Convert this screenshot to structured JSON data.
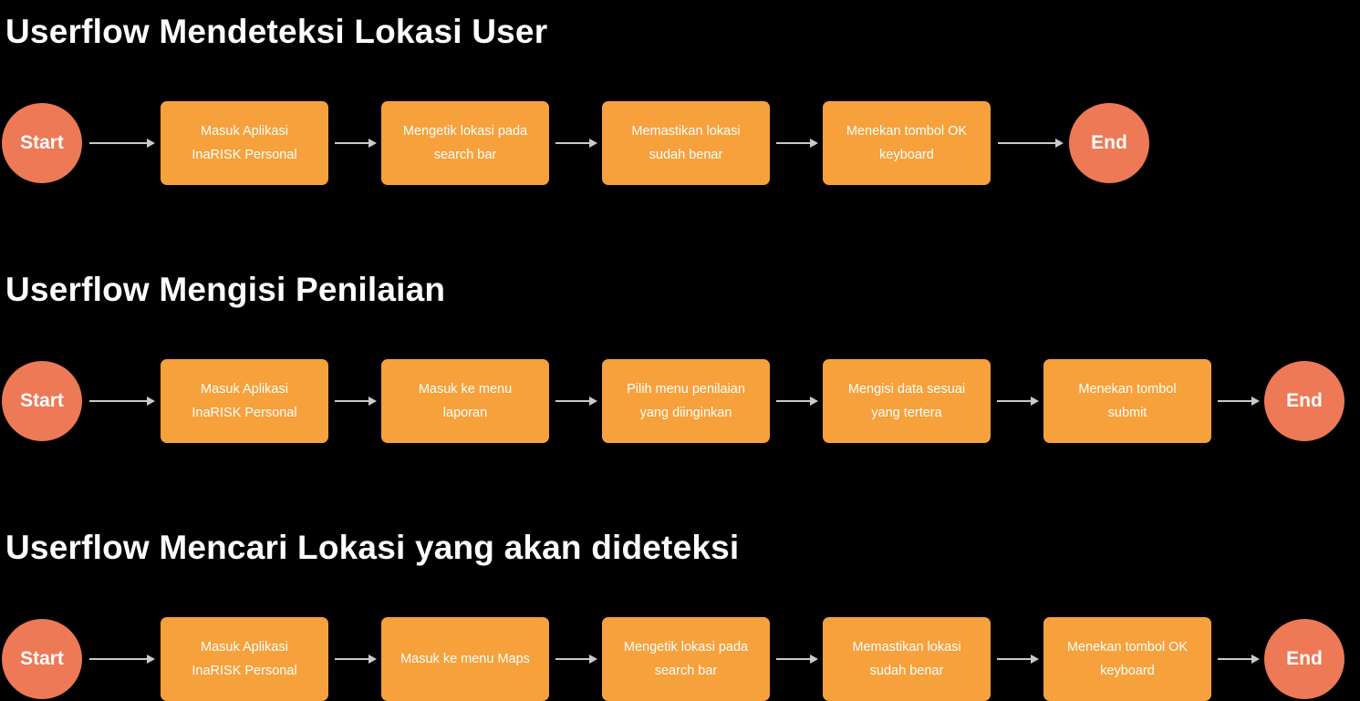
{
  "colors": {
    "background": "#000000",
    "box": "#F6A13C",
    "terminal": "#ED7956",
    "arrow": "#C7CBD1",
    "text": "#FFFFFF",
    "title": "#FDFDFD"
  },
  "flows": [
    {
      "title": "Userflow Mendeteksi Lokasi User",
      "start_label": "Start",
      "end_label": "End",
      "steps": [
        "Masuk Aplikasi\nInaRISK Personal",
        "Mengetik lokasi pada\nsearch bar",
        "Memastikan lokasi\nsudah benar",
        "Menekan tombol OK\nkeyboard"
      ]
    },
    {
      "title": "Userflow Mengisi Penilaian",
      "start_label": "Start",
      "end_label": "End",
      "steps": [
        "Masuk Aplikasi\nInaRISK Personal",
        "Masuk ke menu\nlaporan",
        "Pilih menu penilaian\nyang diinginkan",
        "Mengisi data sesuai\nyang tertera",
        "Menekan tombol\nsubmit"
      ]
    },
    {
      "title": "Userflow Mencari Lokasi yang akan dideteksi",
      "start_label": "Start",
      "end_label": "End",
      "steps": [
        "Masuk Aplikasi\nInaRISK Personal",
        "Masuk ke menu Maps",
        "Mengetik lokasi pada\nsearch bar",
        "Memastikan lokasi\nsudah benar",
        "Menekan tombol OK\nkeyboard"
      ]
    }
  ]
}
